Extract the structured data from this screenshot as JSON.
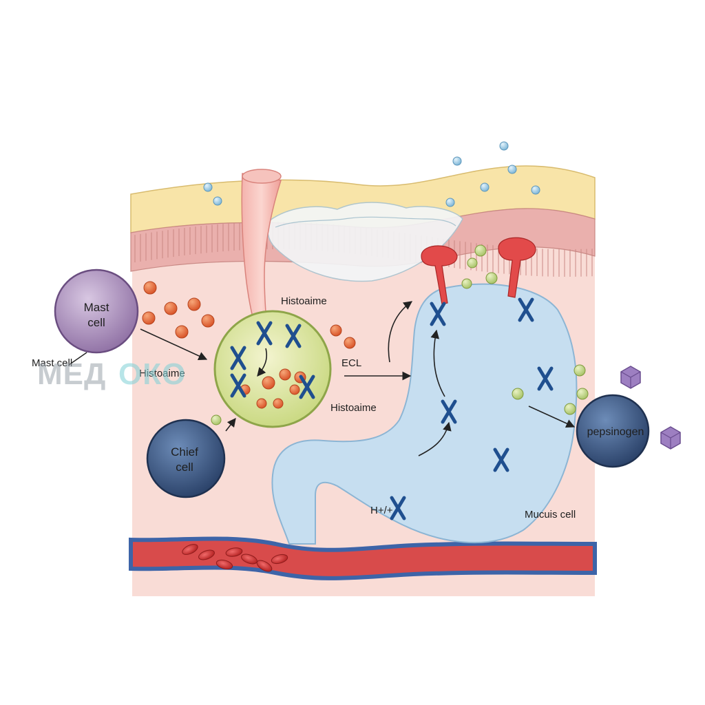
{
  "labels": {
    "mast_cell_body": [
      "Mast",
      "cell"
    ],
    "mast_cell_side": "Mast cell",
    "chief_cell": [
      "Chief",
      "cell"
    ],
    "histamine_top": "Histoaime",
    "histamine_left": "Histoaime",
    "histamine_right": "Histoaime",
    "ecl": "ECL",
    "hplus": "H+/+",
    "mucus_cell": "Mucuis cell",
    "pepsinogen": "pepsinogen"
  },
  "watermark": {
    "text_a": "МЕД",
    "text_b": "ОКО"
  },
  "colors": {
    "tissue": "#f9dcd6",
    "mucus_layer": "#f8e4a8",
    "epithelium": "#eab0ad",
    "mast_cell": "#a88bb7",
    "chief_cell": "#3b5a85",
    "ecl_cell": "#d9e5a2",
    "parietal_cell": "#c6def0",
    "receptor": "#e24a4a",
    "histamine_granule": "#e8763e",
    "x_marker": "#1f4f8f",
    "vessel_red": "#d84b4b",
    "vessel_blue": "#3d64a8",
    "pepsinogen_cube": "#9d7fc1"
  },
  "icons": [
    "receptor-icon",
    "histamine-granule",
    "proton-pump-x-icon",
    "pepsinogen-cube-icon",
    "red-blood-cell"
  ]
}
